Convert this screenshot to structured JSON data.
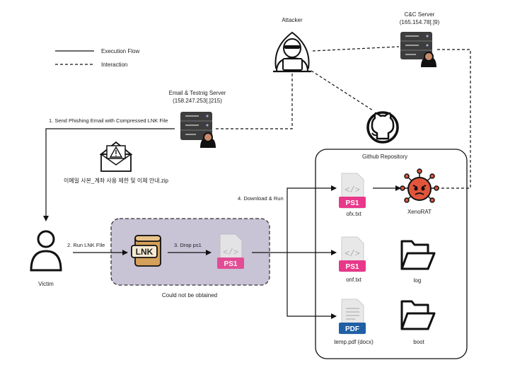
{
  "legend": {
    "execution_flow": "Execution Flow",
    "interaction": "Interaction"
  },
  "nodes": {
    "attacker": "Attacker",
    "cnc_title": "C&C Server",
    "cnc_ip": "(165.154.78[.]9)",
    "email_title": "Email & Testnig Server",
    "email_ip": "(158.247.253[.]215)",
    "victim": "Victim",
    "github_repo": "Github Repository",
    "xenorat": "XenoRAT",
    "ofx": "ofx.txt",
    "onf": "onf.txt",
    "temp_pdf": "temp.pdf (docx)",
    "log": "log",
    "boot": "boot",
    "zip_name": "이메일 사본_계좌 사용 제한 및 이체 안내.zip",
    "not_obtained": "Could not be obtained"
  },
  "steps": {
    "step1": "1. Send Phishing Email with Compressed LNK File",
    "step2": "2. Run LNK FIle",
    "step3": "3. Drop ps1",
    "step4": "4. Download & Run"
  },
  "badges": {
    "lnk": "LNK",
    "ps1": "PS1",
    "pdf": "PDF"
  },
  "colors": {
    "ps1_badge": "#e8388a",
    "pdf_badge": "#1f5fa5",
    "lnk_scroll": "#d4a05a",
    "box_fill": "#c9c3d6",
    "server_body": "#3d3d3d",
    "xenorat_red": "#e2553c"
  }
}
